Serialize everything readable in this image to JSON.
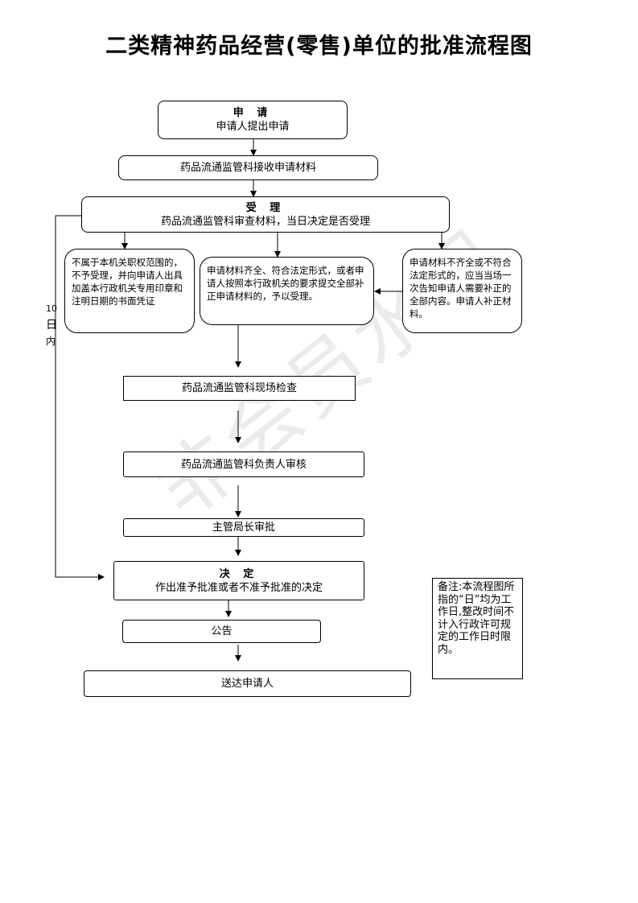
{
  "title": "二类精神药品经营(零售)单位的批准流程图",
  "watermark": "非会员水印",
  "nodes": {
    "apply": {
      "head": "申 请",
      "text": "申请人提出申请"
    },
    "receive": {
      "text": "药品流通监管科接收申请材料"
    },
    "accept": {
      "head": "受 理",
      "text": "药品流通监管科审查材料，当日决定是否受理"
    },
    "reject_scope": {
      "text": "不属于本机关职权范围的，不予受理，并向申请人出具加盖本行政机关专用印章和注明日期的书面凭证"
    },
    "accept_complete": {
      "text": "申请材料齐全、符合法定形式，或者申请人按照本行政机关的要求提交全部补正申请材料的，予以受理。"
    },
    "incomplete": {
      "text": "申请材料不齐全或不符合法定形式的，应当当场一次告知申请人需要补正的全部内容。申请人补正材料。"
    },
    "inspect": {
      "text": "药品流通监管科现场检查"
    },
    "review": {
      "text": "药品流通监管科负责人审核"
    },
    "approve": {
      "text": "主管局长审批"
    },
    "decide": {
      "head": "决 定",
      "text": "作出准予批准或者不准予批准的决定"
    },
    "announce": {
      "text": "公告"
    },
    "deliver": {
      "text": "送达申请人"
    }
  },
  "side_label": {
    "num": "10",
    "c1": "日",
    "c2": "内"
  },
  "note": "备注:本流程图所指的“日”均为工作日,整改时间不计入行政许可规定的工作日时限内。"
}
